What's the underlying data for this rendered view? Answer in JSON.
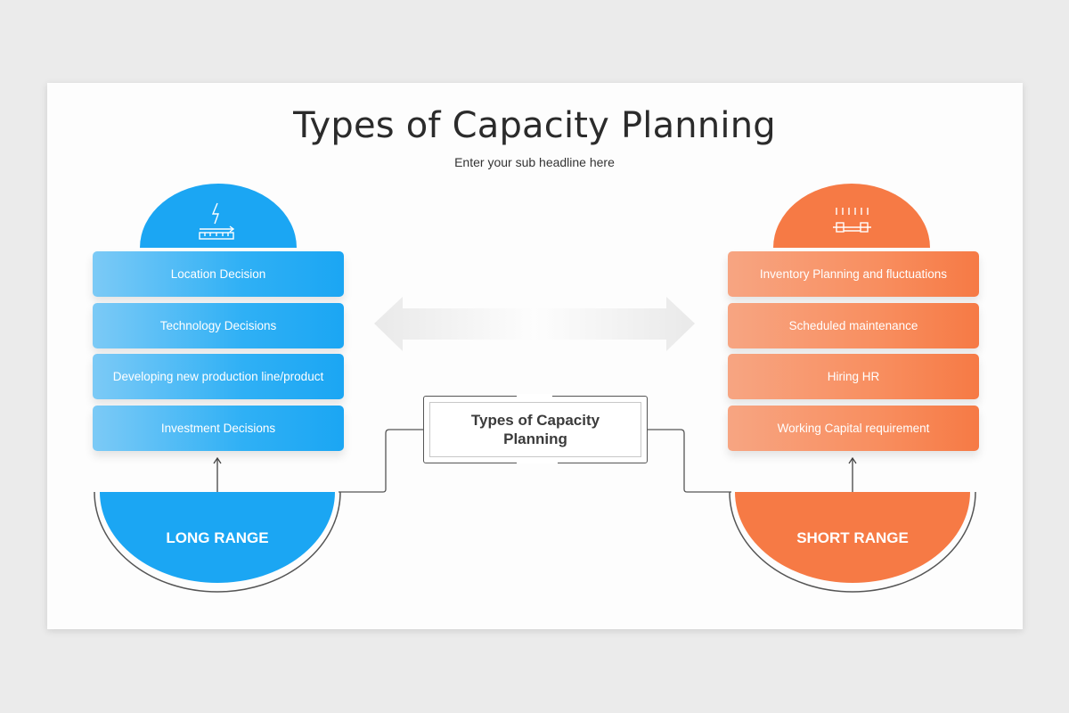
{
  "title": "Types of Capacity Planning",
  "subtitle": "Enter your sub headline here",
  "center_box": {
    "label": "Types of Capacity Planning"
  },
  "left": {
    "range_label": "LONG RANGE",
    "icon": "lightning-ruler-icon",
    "color": "#1ba6f3",
    "items": [
      "Location Decision",
      "Technology Decisions",
      "Developing new production line/product",
      "Investment Decisions"
    ]
  },
  "right": {
    "range_label": "SHORT RANGE",
    "icon": "heater-bar-icon",
    "color": "#f67a45",
    "items": [
      "Inventory Planning and fluctuations",
      "Scheduled maintenance",
      "Hiring HR",
      "Working Capital requirement"
    ]
  }
}
